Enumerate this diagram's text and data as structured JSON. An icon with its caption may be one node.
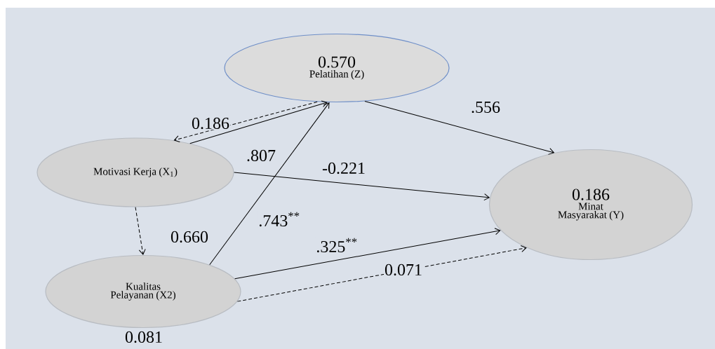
{
  "diagram": {
    "nodes": [
      {
        "text": [
          "0.570",
          "Pelatihan (Z)"
        ]
      },
      {
        "text": [
          "Motivasi Kerja (X$_{1}$)"
        ]
      },
      {
        "text": [
          "Kualitas Pelayanan (X2)"
        ],
        "beside": [
          "0.081"
        ]
      },
      {
        "text": [
          "0.186",
          "Minat Masyarakat (Y)"
        ]
      }
    ],
    "edges": [
      {
        "from": 0,
        "to": 1,
        "arrow": "to",
        "style": "dashed",
        "label": "0.186"
      },
      {
        "from": 1,
        "to": 0,
        "arrow": "to",
        "label": ".807"
      },
      {
        "from": 2,
        "to": 0,
        "arrow": "to",
        "label": ".743$^{**}$"
      },
      {
        "from": 0,
        "to": 3,
        "arrow": "to",
        "label": ".556"
      },
      {
        "from": 1,
        "to": 3,
        "arrow": "to",
        "label": "-0.221"
      },
      {
        "from": 1,
        "to": 2,
        "arrow": "to",
        "style": "dashed",
        "label": "0.660"
      },
      {
        "from": 2,
        "to": 3,
        "arrow": "to",
        "label": ".325$^{**}$"
      },
      {
        "from": 2,
        "to": 3,
        "arrow": "to",
        "style": "dashed",
        "label": "0.071"
      }
    ]
  }
}
